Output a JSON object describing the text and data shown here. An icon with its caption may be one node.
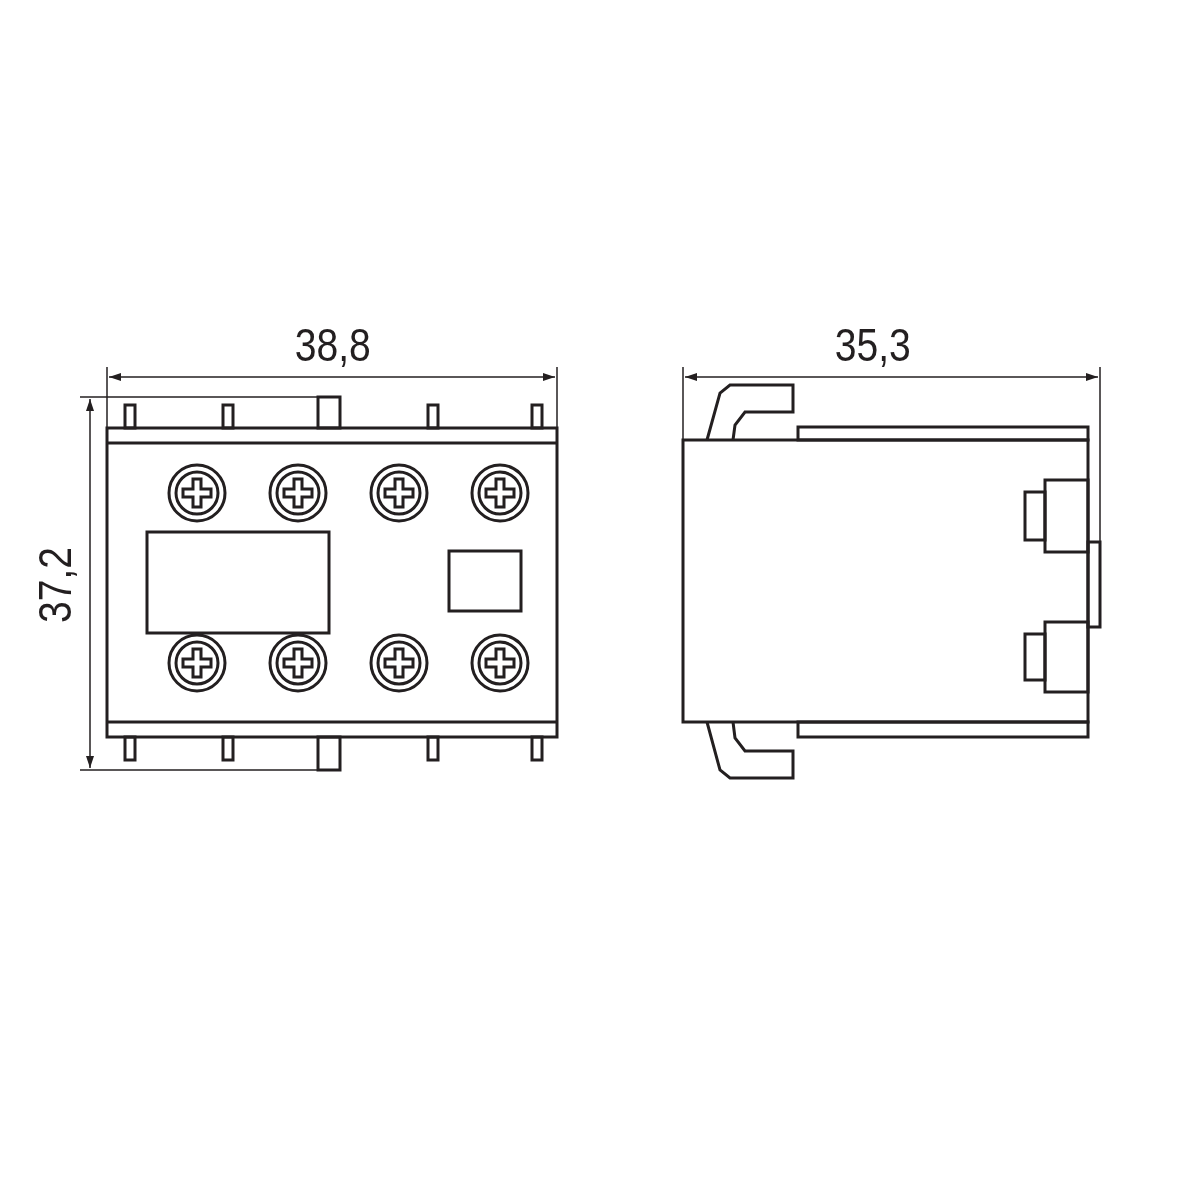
{
  "diagram": {
    "labels": [
      "38,8",
      "35,3",
      "37,2"
    ]
  }
}
